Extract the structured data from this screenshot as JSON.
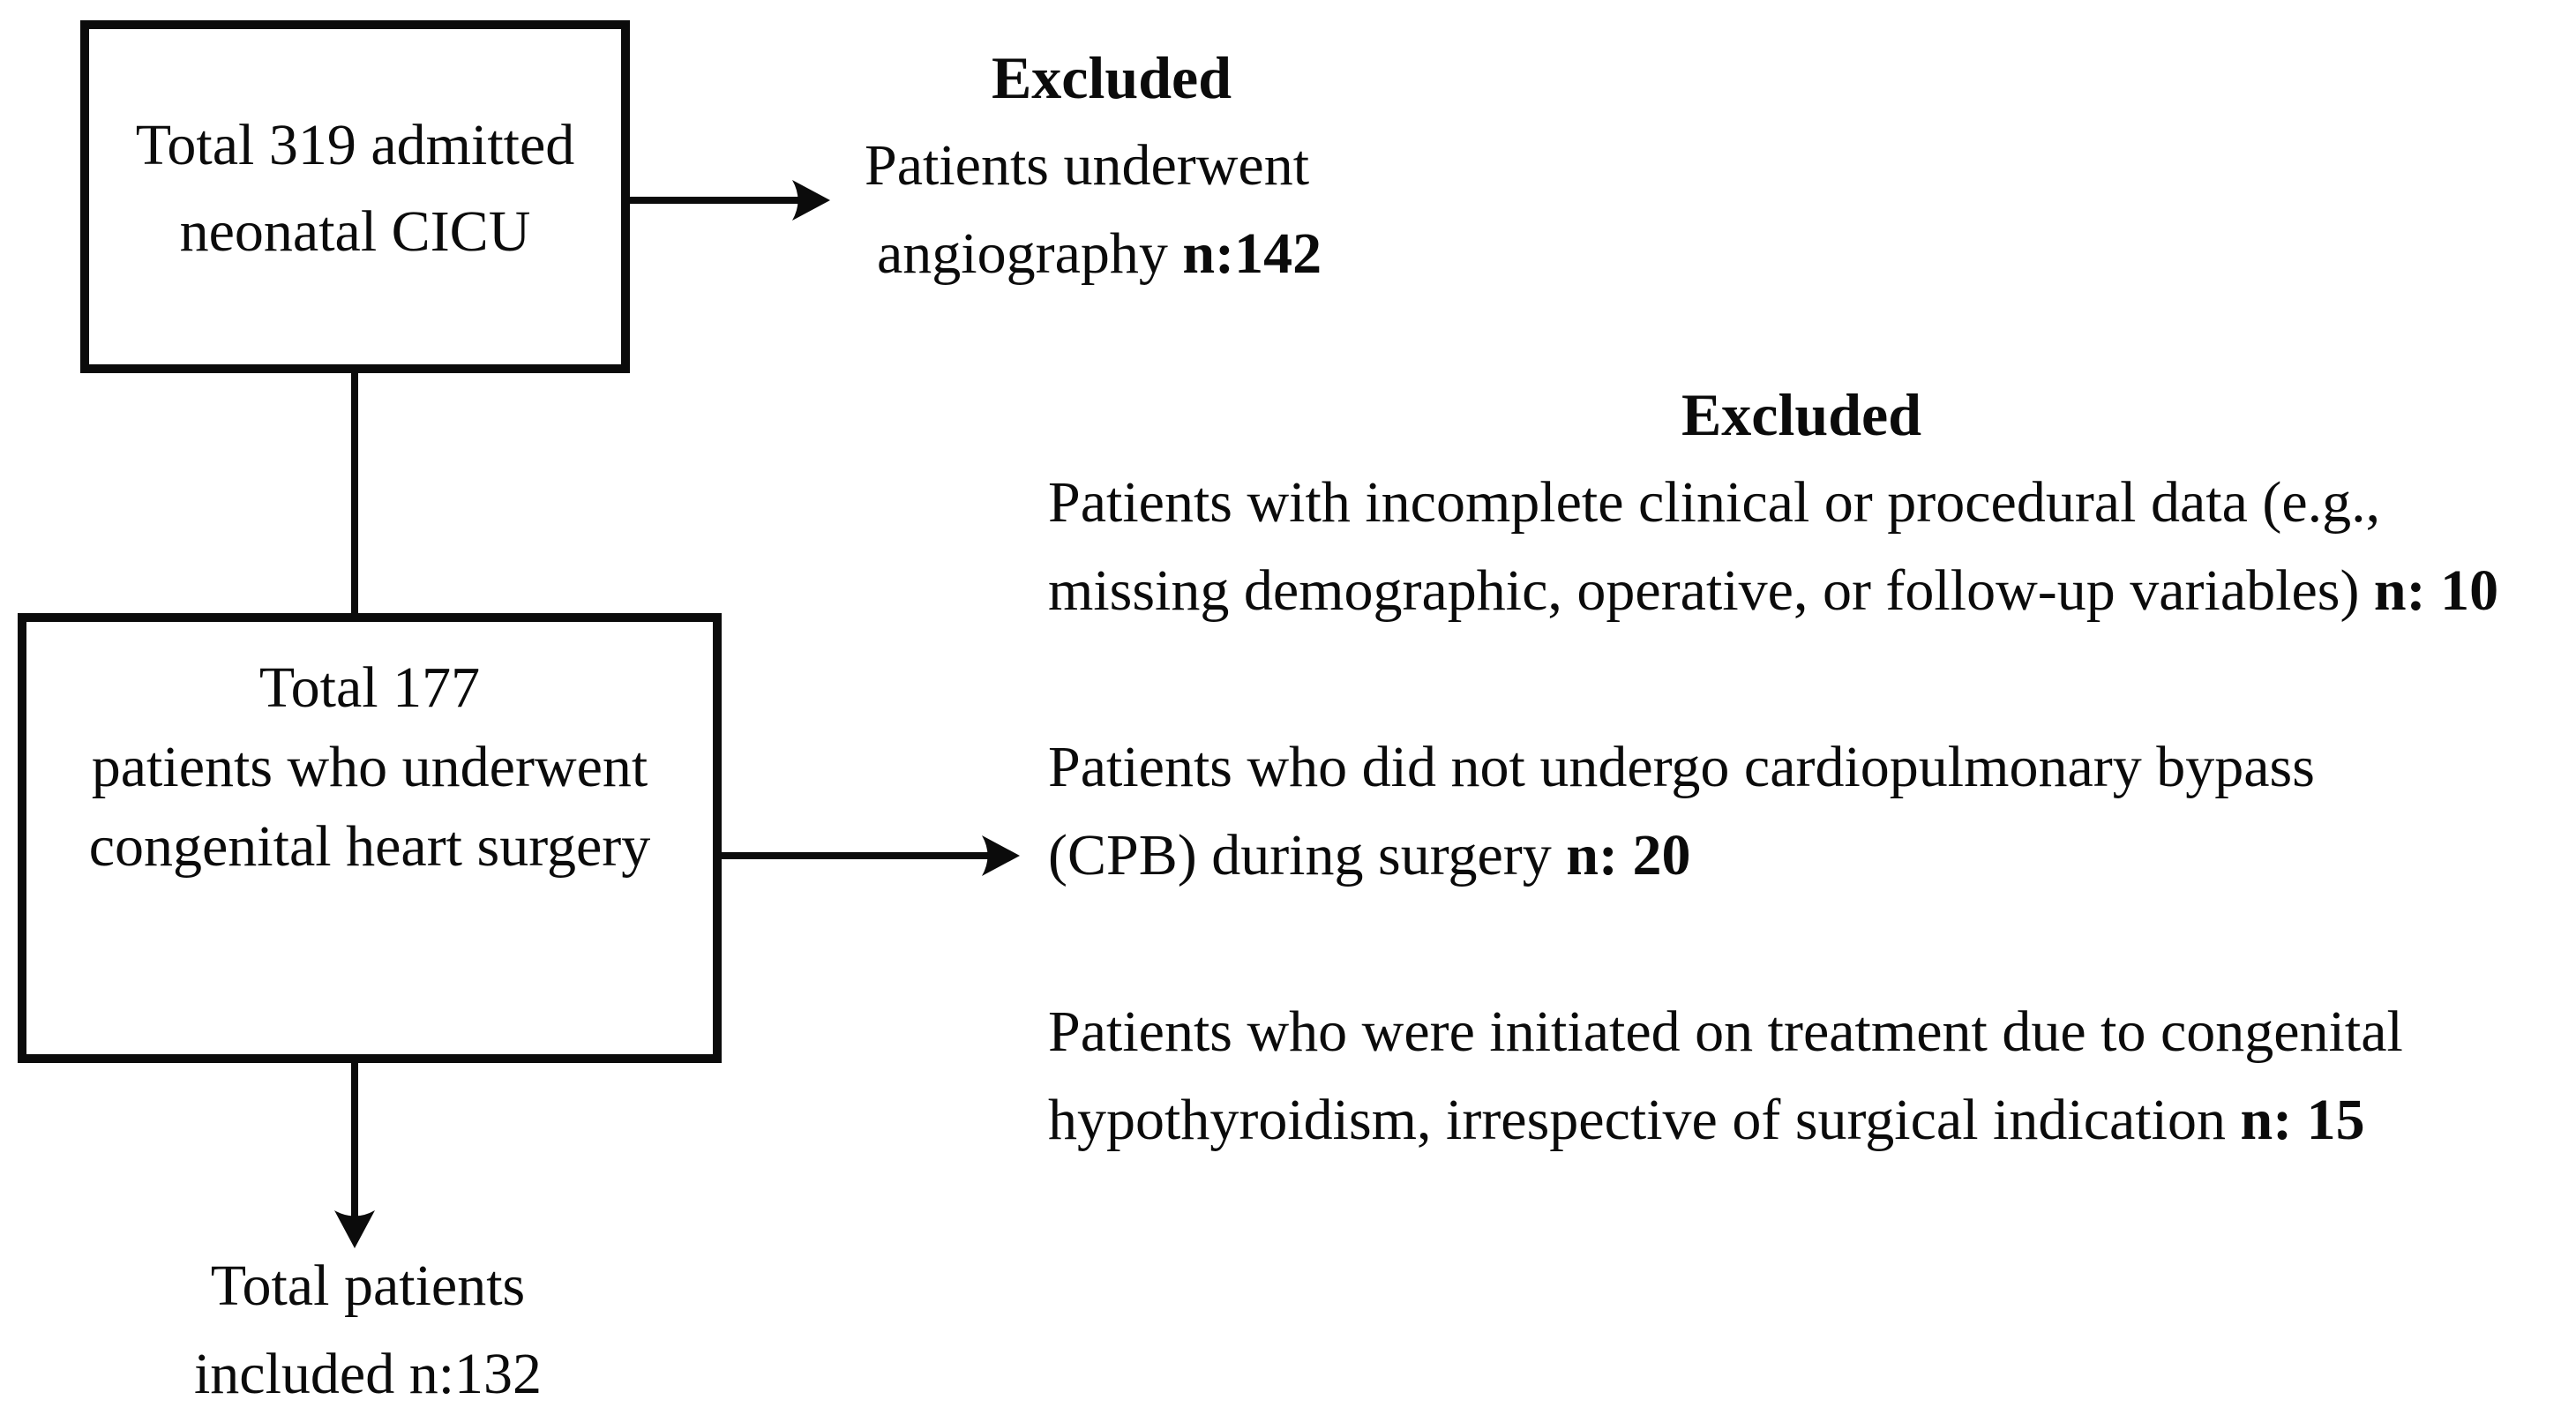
{
  "flow": {
    "box1": {
      "line1": "Total 319 admitted",
      "line2": "neonatal CICU"
    },
    "exclusion_top": {
      "title": "Excluded",
      "line1": "Patients underwent",
      "line2_text": "angiography ",
      "line2_n": "n:142"
    },
    "exclusion_right": {
      "title": "Excluded",
      "items": [
        {
          "line1": "Patients with incomplete clinical or procedural data (e.g.,",
          "line2_text": "missing demographic, operative, or follow-up variables) ",
          "line2_n": "n: 10"
        },
        {
          "line1": "Patients who did not undergo cardiopulmonary bypass",
          "line2_text": "(CPB) during surgery ",
          "line2_n": "n: 20"
        },
        {
          "line1": "Patients who were initiated on treatment due to congenital",
          "line2_text": "hypothyroidism, irrespective of surgical indication ",
          "line2_n": "n: 15"
        }
      ]
    },
    "box2": {
      "line1": "Total 177",
      "line2": "patients who underwent",
      "line3": "congenital heart surgery"
    },
    "final": {
      "line1": "Total patients",
      "line2": "included n:132"
    },
    "colors": {
      "ink": "#0b0b0b",
      "background": "#ffffff"
    }
  }
}
